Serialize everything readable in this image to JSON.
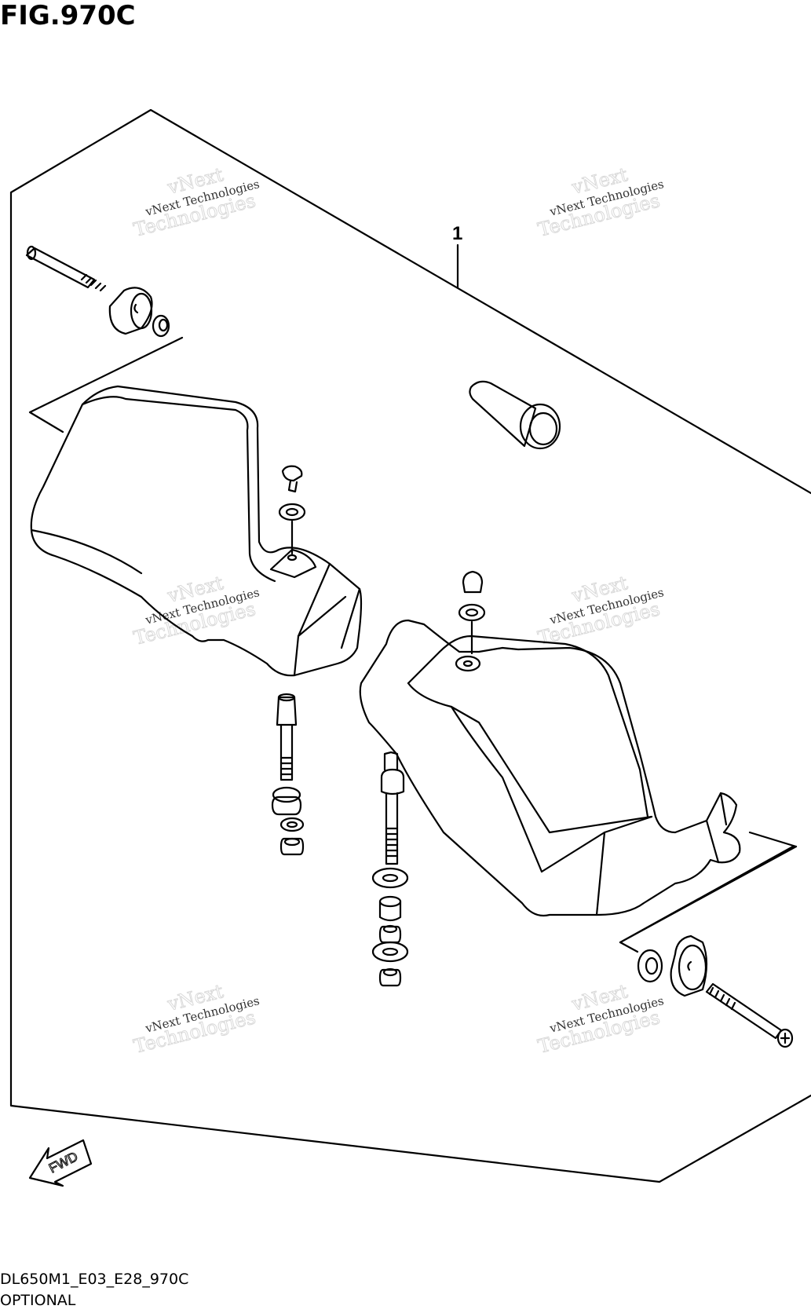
{
  "figure": {
    "title": "FIG.970C",
    "part_label": "1",
    "fwd_label": "FWD",
    "diagram_code": "DL650M1_E03_E28_970C",
    "note": "OPTIONAL"
  },
  "watermark": {
    "line1": "vNext Technologies",
    "line2": "vNext",
    "line3": "Technologies"
  },
  "colors": {
    "ink": "#000000",
    "paper": "#ffffff",
    "watermark": "#d8d8d8"
  }
}
